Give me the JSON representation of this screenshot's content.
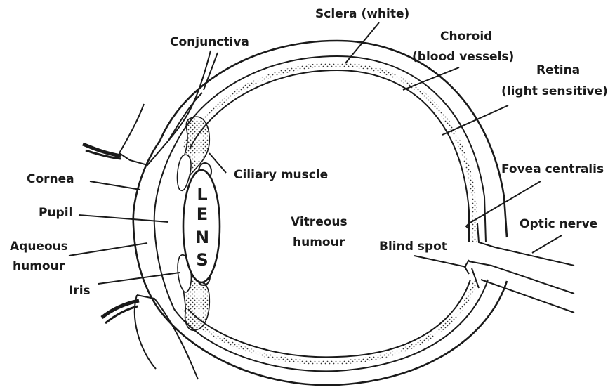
{
  "labels": {
    "sclera": "Sclera (white)",
    "choroid_1": "Choroid",
    "choroid_2": "(blood vessels)",
    "retina_1": "Retina",
    "retina_2": "(light sensitive)",
    "conjunctiva": "Conjunctiva",
    "cornea": "Cornea",
    "pupil": "Pupil",
    "aqueous_1": "Aqueous",
    "aqueous_2": "humour",
    "iris": "Iris",
    "ciliary": "Ciliary muscle",
    "vitreous_1": "Vitreous",
    "vitreous_2": "humour",
    "fovea": "Fovea centralis",
    "optic_nerve": "Optic nerve",
    "blind_spot": "Blind spot"
  },
  "lens_letters": [
    "L",
    "E",
    "N",
    "S"
  ],
  "colors": {
    "line": "#1a1a1a",
    "background": "#ffffff",
    "dots": "#333333"
  }
}
